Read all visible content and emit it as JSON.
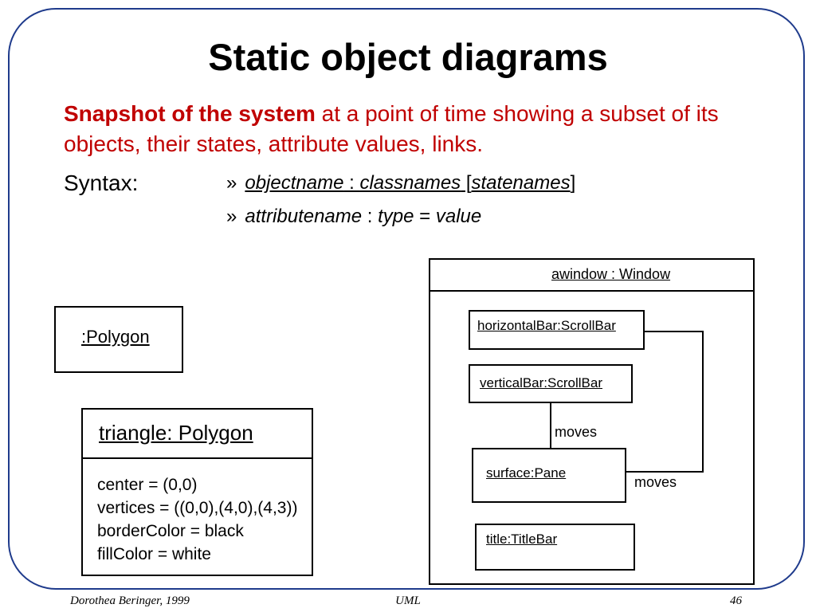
{
  "slide": {
    "title": "Static object diagrams",
    "intro_bold": "Snapshot of the system",
    "intro_rest": " at a point of time showing a subset of its objects, their states, attribute values, links.",
    "syntax_label": "Syntax:",
    "syntax_line_1": {
      "marker": "»",
      "objectname": "objectname",
      "colon": " : ",
      "classnames": "classnames",
      "open_bracket": " [",
      "statenames": "statenames",
      "close_bracket": "]"
    },
    "syntax_line_2": {
      "marker": "»",
      "attributename": "attributename",
      "colon": " : ",
      "type": "type",
      "equals": " = ",
      "value": "value"
    }
  },
  "diagram": {
    "polygon_object": {
      "label": ":Polygon"
    },
    "triangle_object": {
      "label": "triangle: Polygon",
      "attributes": [
        "center = (0,0)",
        "vertices = ((0,0),(4,0),(4,3))",
        "borderColor = black",
        "fillColor = white"
      ]
    },
    "window_object": {
      "label": "awindow : Window",
      "parts": {
        "horizontal_bar": "horizontalBar:ScrollBar",
        "vertical_bar": "verticalBar:ScrollBar",
        "surface": "surface:Pane",
        "title_bar": "title:TitleBar"
      },
      "links": [
        {
          "from": "verticalBar:ScrollBar",
          "to": "surface:Pane",
          "label": "moves"
        },
        {
          "from": "horizontalBar:ScrollBar",
          "to": "surface:Pane",
          "label": "moves"
        }
      ]
    }
  },
  "footer": {
    "author": "Dorothea Beringer, 1999",
    "topic": "UML",
    "page": "46"
  },
  "colors": {
    "frame": "#1f3b8c",
    "highlight": "#c00000"
  }
}
